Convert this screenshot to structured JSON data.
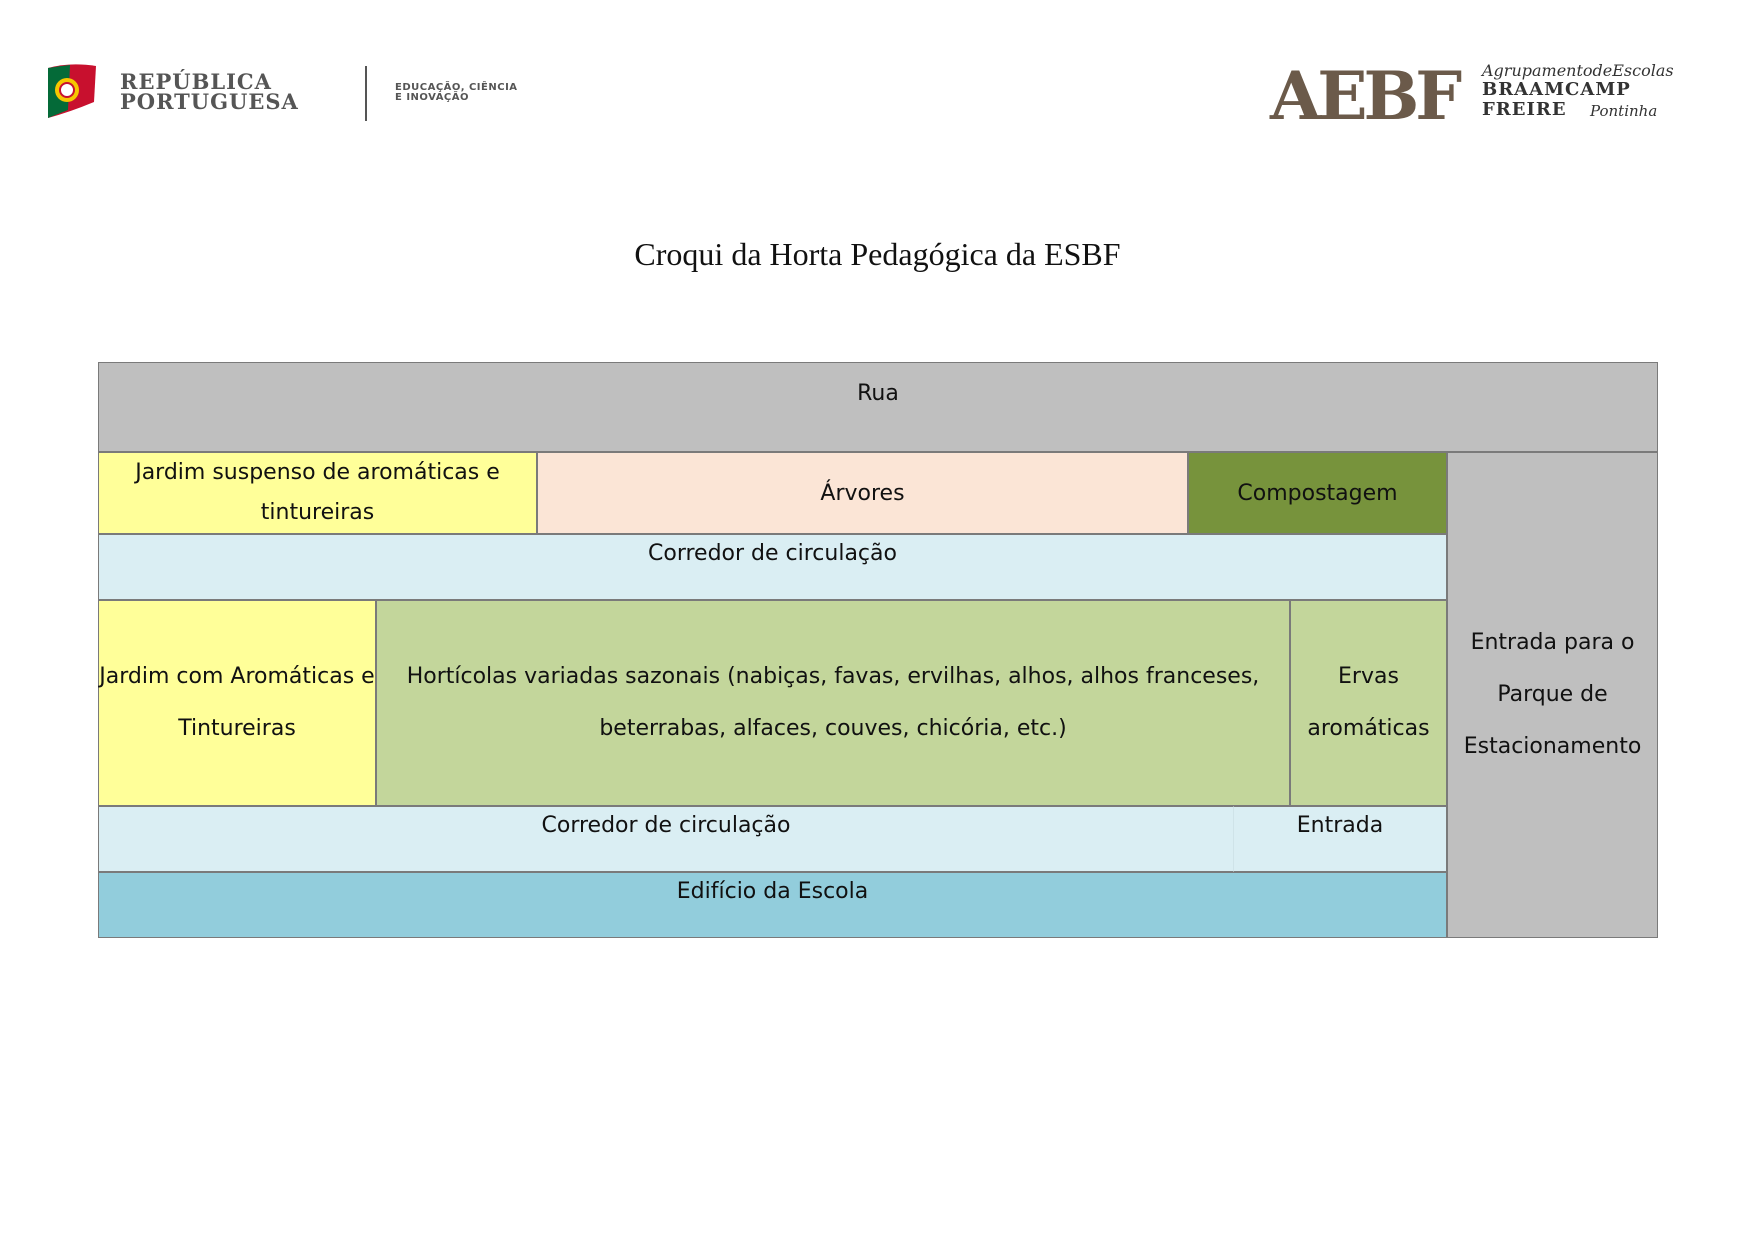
{
  "header": {
    "government_line1": "REPÚBLICA",
    "government_line2": "PORTUGUESA",
    "ministry_line1": "EDUCAÇÃO, CIÊNCIA",
    "ministry_line2": "E INOVAÇÃO",
    "school_logo_letters": "AEBF",
    "school_line1": "AgrupamentodeEscolas",
    "school_line2": "BRAAMCAMP",
    "school_line3": "FREIRE",
    "school_line4": "Pontinha"
  },
  "document": {
    "title": "Croqui da Horta Pedagógica da ESBF"
  },
  "map": {
    "street": "Rua",
    "suspended_garden": "Jardim suspenso de aromáticas e tintureiras",
    "trees": "Árvores",
    "compost": "Compostagem",
    "parking_entrance": "Entrada para o Parque de Estacionamento",
    "corridor_top": "Corredor de circulação",
    "garden_aromatics": "Jardim com Aromáticas e Tintureiras",
    "vegetables": "Hortícolas variadas sazonais (nabiças, favas, ervilhas, alhos, alhos franceses, beterrabas, alfaces, couves, chicória, etc.)",
    "herbs": "Ervas aromáticas",
    "corridor_bottom": "Corredor de circulação",
    "entrance": "Entrada",
    "school_building": "Edifício da Escola"
  },
  "colors": {
    "street": "#bfbfbf",
    "yellow_garden": "#ffff99",
    "trees": "#fbe5d6",
    "compost": "#77933c",
    "corridor": "#daeef3",
    "vegetables": "#c3d69b",
    "building": "#92cddc"
  }
}
